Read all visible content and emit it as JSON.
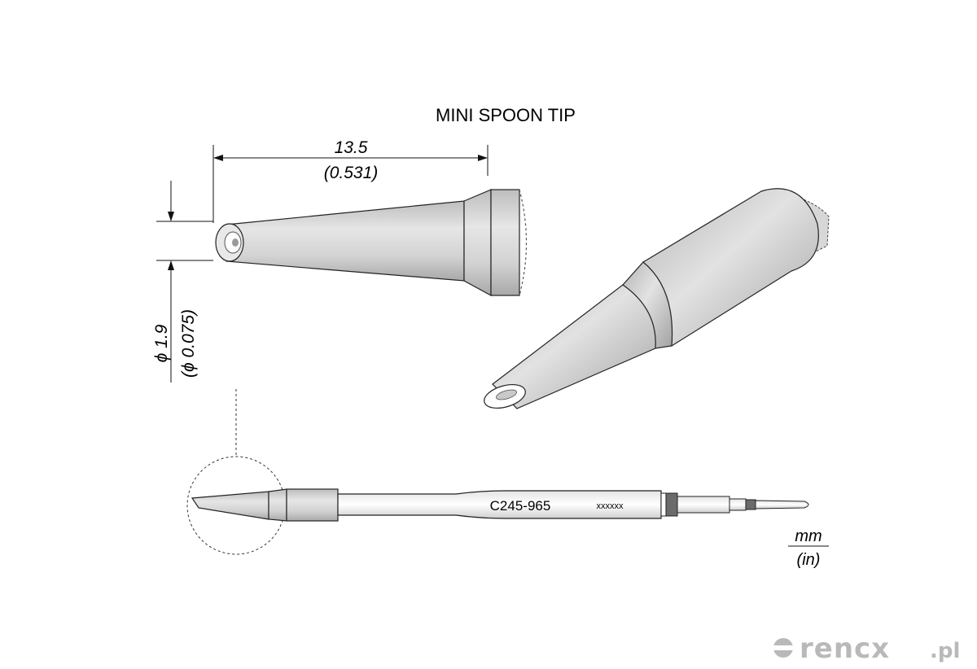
{
  "title": "MINI SPOON TIP",
  "length_mm": "13.5",
  "length_in": "(0.531)",
  "diameter_mm": "ϕ 1.9",
  "diameter_in": "(ϕ 0.075)",
  "part_number": "C245-965",
  "serial": "xxxxxx",
  "unit_mm": "mm",
  "unit_in": "(in)",
  "watermark": "rencx",
  "watermark_suffix": ".pl",
  "colors": {
    "body": "#d6d6d6",
    "shadow": "#a9a9a9",
    "band": "#6b6b6b",
    "line": "#1a1a1a"
  }
}
